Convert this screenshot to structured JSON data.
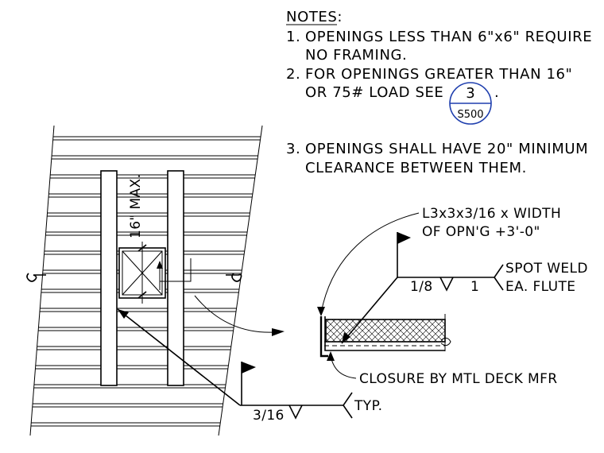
{
  "notes": {
    "heading": "NOTES:",
    "items": [
      {
        "number": "1.",
        "lines": [
          "OPENINGS LESS THAN 6\"x6\" REQUIRE",
          "NO FRAMING."
        ]
      },
      {
        "number": "2.",
        "lines": [
          "FOR OPENINGS GREATER THAN 16\"",
          "OR 75# LOAD SEE"
        ],
        "suffix": "."
      },
      {
        "number": "3.",
        "lines": [
          "OPENINGS SHALL HAVE 20\" MINIMUM",
          "CLEARANCE BETWEEN THEM."
        ]
      }
    ]
  },
  "detail_ref": {
    "detail": "3",
    "sheet": "S500",
    "color": "#1f3fae"
  },
  "dimension": {
    "label": "16\" MAX."
  },
  "angle_callout": {
    "lines": [
      "L3x3x3/16 x WIDTH",
      "OF OPN'G +3'-0\""
    ]
  },
  "weld_top": {
    "size": "1/8",
    "length": "1",
    "lines": [
      "SPOT WELD",
      "EA. FLUTE"
    ]
  },
  "weld_bottom": {
    "size": "3/16",
    "note": "TYP."
  },
  "closure": {
    "label": "CLOSURE BY MTL DECK MFR"
  }
}
